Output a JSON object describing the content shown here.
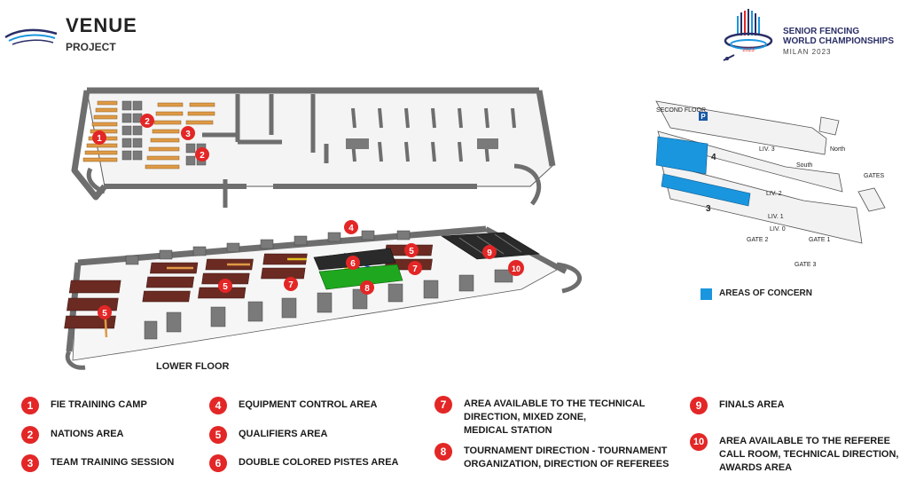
{
  "header": {
    "title": "VENUE",
    "subtitle": "PROJECT"
  },
  "championship": {
    "line1": "SENIOR FENCING",
    "line2": "WORLD CHAMPIONSHIPS",
    "city": "MILAN 2023",
    "badge_year": "2023"
  },
  "floors": {
    "lower_label": "LOWER FLOOR"
  },
  "site_map": {
    "second_floor": "SECOND FLOOR",
    "parking": "P",
    "hall_4": "4",
    "hall_3": "3",
    "lines": [
      "LIV. 3",
      "LIV. 2",
      "LIV. 1",
      "LIV. 0"
    ],
    "gate_1": "GATE 1",
    "gate_2": "GATE 2",
    "gate_3": "GATE 3",
    "north": "North",
    "south": "South",
    "gates_note": "GATES"
  },
  "concern": {
    "label": "AREAS OF CONCERN",
    "color": "#1a96df"
  },
  "colors": {
    "badge": "#e32626",
    "wall": "#6e6e6e",
    "qualifier_piste": "#7a2a1e",
    "training_piste": "#e09a45",
    "double_piste": "#1fa81f"
  },
  "legend": [
    {
      "number": "1",
      "label": "FIE TRAINING CAMP"
    },
    {
      "number": "2",
      "label": "NATIONS AREA"
    },
    {
      "number": "3",
      "label": "TEAM TRAINING SESSION"
    },
    {
      "number": "4",
      "label": "EQUIPMENT CONTROL AREA"
    },
    {
      "number": "5",
      "label": "QUALIFIERS AREA"
    },
    {
      "number": "6",
      "label": "DOUBLE COLORED PISTES AREA"
    },
    {
      "number": "7",
      "label_lines": [
        "AREA AVAILABLE TO THE TECHNICAL",
        "DIRECTION, MIXED ZONE,",
        "MEDICAL STATION"
      ]
    },
    {
      "number": "8",
      "label_lines": [
        "TOURNAMENT DIRECTION  - TOURNAMENT",
        "ORGANIZATION, DIRECTION OF REFEREES"
      ]
    },
    {
      "number": "9",
      "label": "FINALS AREA"
    },
    {
      "number": "10",
      "label_lines": [
        "AREA AVAILABLE TO THE REFEREE",
        "CALL ROOM, TECHNICAL DIRECTION,",
        "AWARDS AREA"
      ]
    }
  ]
}
